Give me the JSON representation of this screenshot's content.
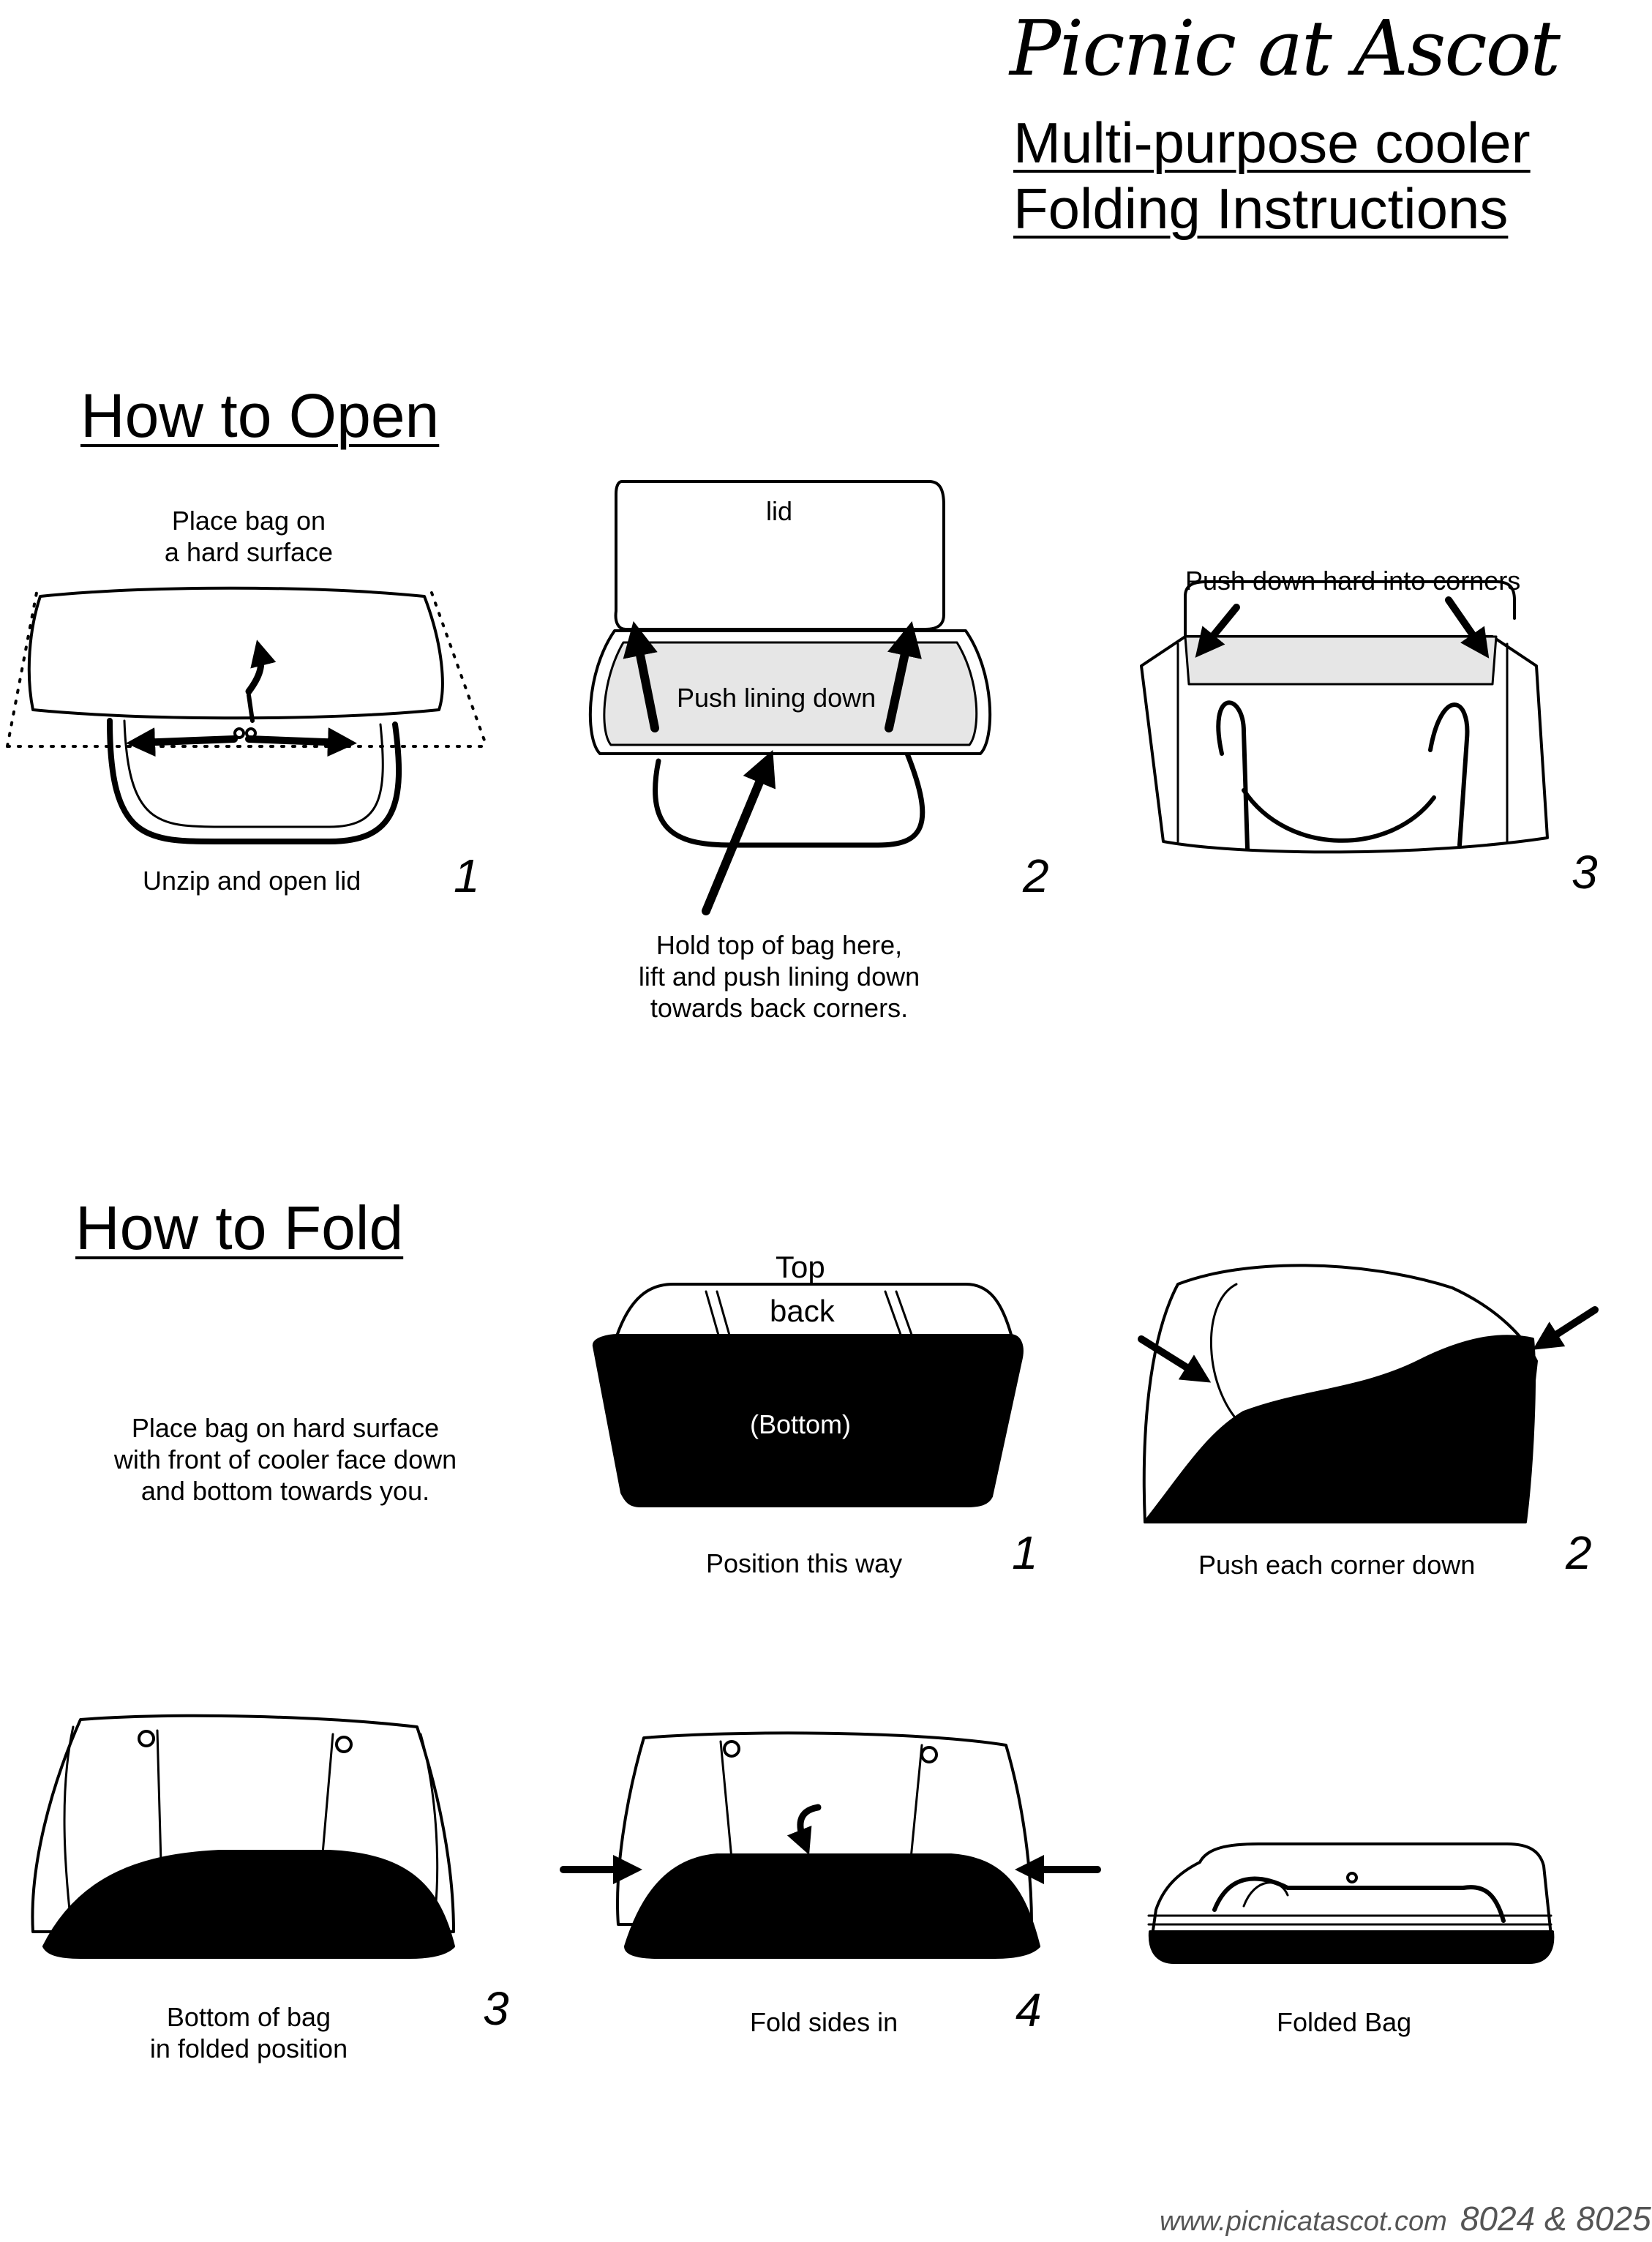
{
  "header": {
    "brand": "Picnic at Ascot",
    "title_line1": "Multi-purpose cooler",
    "title_line2": "Folding Instructions"
  },
  "open_section": {
    "title": "How to Open",
    "step1": {
      "caption_top_line1": "Place bag on",
      "caption_top_line2": "a hard surface",
      "caption_bottom": "Unzip and open lid",
      "number": "1"
    },
    "step2": {
      "lid_label": "lid",
      "inner_label": "Push lining down",
      "caption_line1": "Hold top of bag here,",
      "caption_line2": "lift and push lining down",
      "caption_line3": "towards back corners.",
      "number": "2"
    },
    "step3": {
      "caption_top": "Push down hard into corners",
      "number": "3"
    }
  },
  "fold_section": {
    "title": "How to Fold",
    "intro_line1": "Place bag on hard surface",
    "intro_line2": "with front of cooler face down",
    "intro_line3": "and bottom towards you.",
    "step1": {
      "top_label": "Top",
      "back_label": "back",
      "bottom_label": "(Bottom)",
      "caption": "Position this way",
      "number": "1"
    },
    "step2": {
      "caption": "Push each corner down",
      "number": "2"
    },
    "step3": {
      "caption_line1": "Bottom of bag",
      "caption_line2": "in folded position",
      "number": "3"
    },
    "step4": {
      "caption": "Fold sides in",
      "number": "4"
    },
    "step5": {
      "caption": "Folded Bag"
    }
  },
  "footer": {
    "website": "www.picnicatascot.com",
    "codes": "8024 & 8025"
  }
}
